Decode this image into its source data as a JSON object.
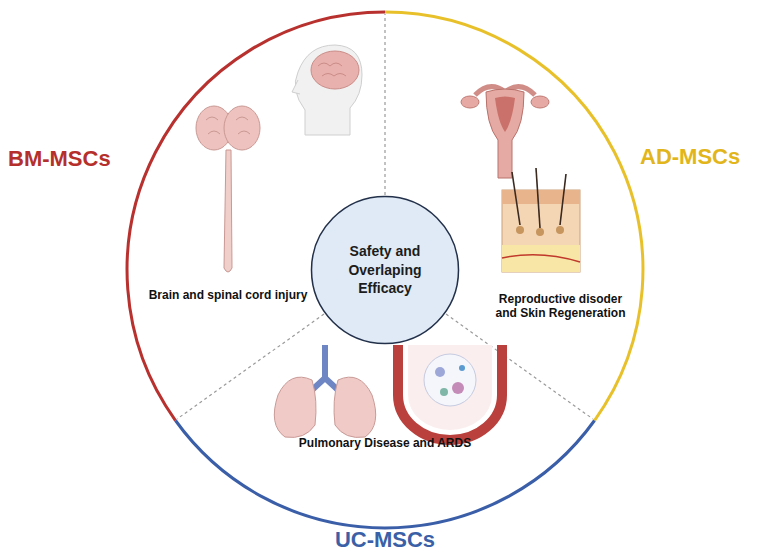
{
  "diagram": {
    "nodes": [
      {
        "text": [
          "Safety and Overlaping Efficacy"
        ]
      }
    ],
    "labels": [
      "BM-MSCs",
      "AD-MSCs",
      "Brain and spinal cord injury",
      "Reproductive disoder and Skin Regeneration",
      "Pulmonary Disease and ARDS",
      "UC-MSCs"
    ]
  }
}
